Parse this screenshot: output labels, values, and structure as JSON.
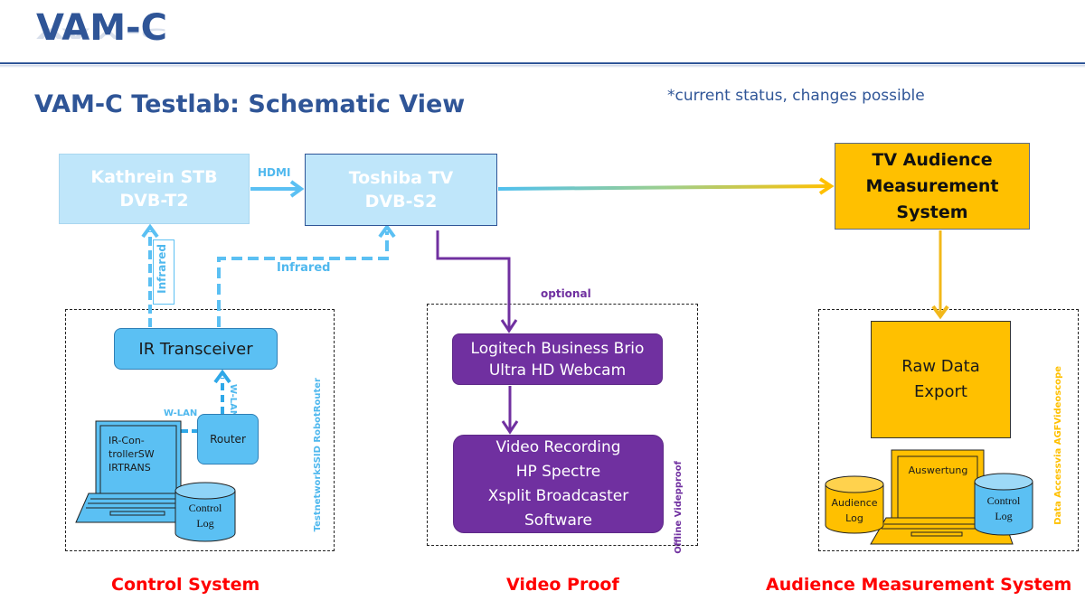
{
  "header": {
    "brand": "VAM-C",
    "title": "VAM-C Testlab: Schematic View",
    "note": "*current status, changes possible"
  },
  "colors": {
    "brand_blue": "#2f5597",
    "light_blue": "#bfe6fa",
    "control_blue": "#5bc0f3",
    "video_purple": "#7030a0",
    "audience_yellow": "#ffc000",
    "section_red": "#ff0000"
  },
  "devices": {
    "stb": {
      "line1": "Kathrein STB",
      "line2": "DVB-T2"
    },
    "tv": {
      "line1": "Toshiba TV",
      "line2": "DVB-S2"
    },
    "tams": {
      "line1": "TV Audience",
      "line2": "Measurement",
      "line3": "System"
    }
  },
  "connections": {
    "hdmi": "HDMI",
    "infrared_horizontal": "Infrared",
    "infrared_vertical": "Infrared",
    "wlan_horizontal": "W-LAN",
    "wlan_vertical": "W-LAN",
    "optional": "optional"
  },
  "control_system": {
    "ir_transceiver": "IR Transceiver",
    "router": "Router",
    "laptop_screen": {
      "line1": "IR-Con-",
      "line2": "trollerSW",
      "line3": "IRTRANS"
    },
    "control_log": {
      "line1": "Control",
      "line2": "Log"
    },
    "side_label": "TestnetworkSSID RobotRouter",
    "section_label": "Control System"
  },
  "video_proof": {
    "webcam": {
      "line1": "Logitech Business Brio",
      "line2": "Ultra HD Webcam"
    },
    "recording": {
      "line1": "Video Recording",
      "line2": "HP Spectre",
      "line3": "Xsplit Broadcaster",
      "line4": "Software"
    },
    "side_label": "Offline Videpproof",
    "section_label": "Video Proof"
  },
  "audience_measurement": {
    "raw_data": {
      "line1": "Raw Data",
      "line2": "Export"
    },
    "laptop_screen": "Auswertung",
    "audience_log": {
      "line1": "Audience",
      "line2": "Log"
    },
    "control_log": {
      "line1": "Control",
      "line2": "Log"
    },
    "side_label": "Data Accessvia AGFVideoscope",
    "section_label": "Audience Measurement System"
  }
}
